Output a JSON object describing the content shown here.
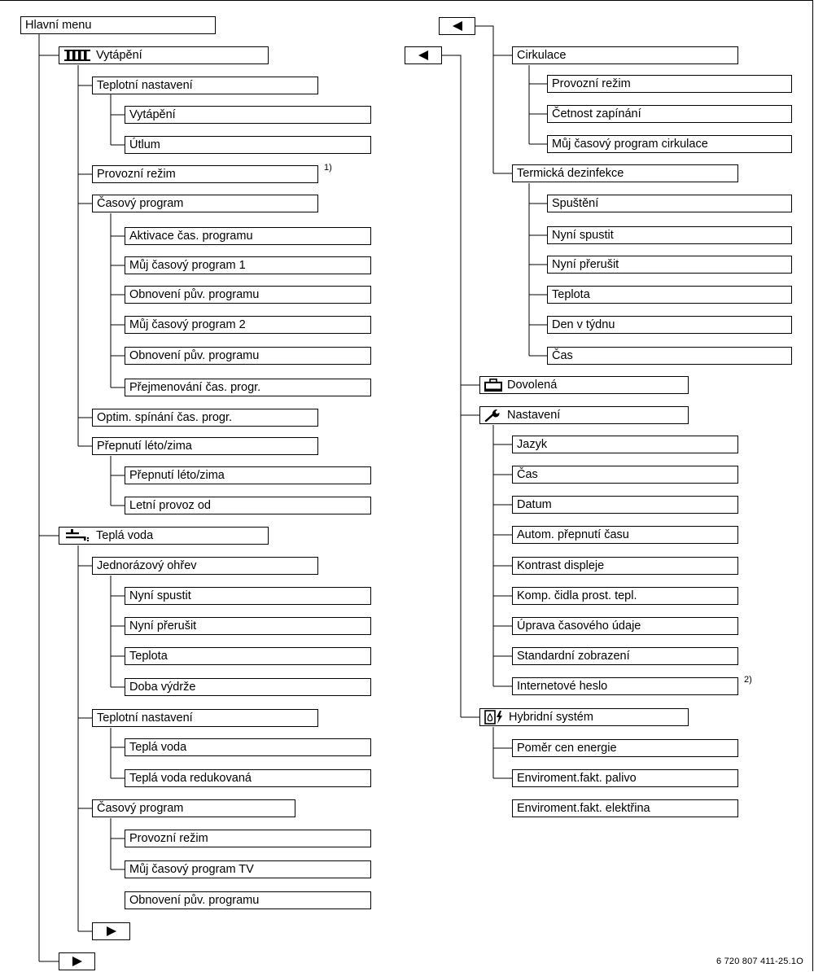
{
  "main_menu": "Hlavní menu",
  "heating": {
    "label": "Vytápění",
    "temp_settings": "Teplotní nastavení",
    "temp_heating": "Vytápění",
    "temp_setback": "Útlum",
    "operating_mode": "Provozní režim",
    "note_1": "1)",
    "time_program": "Časový program",
    "tp_activate": "Aktivace čas. programu",
    "tp_my1": "Můj časový program 1",
    "tp_restore1": "Obnovení pův. programu",
    "tp_my2": "Můj časový program 2",
    "tp_restore2": "Obnovení pův. programu",
    "tp_rename": "Přejmenování čas. progr.",
    "optim_switch": "Optim. spínání čas. progr.",
    "summer_winter": "Přepnutí léto/zima",
    "sw_switch": "Přepnutí léto/zima",
    "sw_summer_from": "Letní provoz od"
  },
  "hot_water": {
    "label": "Teplá voda",
    "one_time": "Jednorázový ohřev",
    "ot_start": "Nyní spustit",
    "ot_stop": "Nyní přerušit",
    "ot_temp": "Teplota",
    "ot_duration": "Doba výdrže",
    "temp_settings": "Teplotní nastavení",
    "ts_hot_water": "Teplá voda",
    "ts_reduced": "Teplá voda redukovaná",
    "time_program": "Časový program",
    "tp_mode": "Provozní režim",
    "tp_my": "Můj časový program TV",
    "tp_restore": "Obnovení pův. programu"
  },
  "circulation": {
    "label": "Cirkulace",
    "mode": "Provozní režim",
    "frequency": "Četnost zapínání",
    "my_program": "Můj časový program cirkulace"
  },
  "disinfection": {
    "label": "Termická dezinfekce",
    "start": "Spuštění",
    "start_now": "Nyní spustit",
    "stop_now": "Nyní přerušit",
    "temperature": "Teplota",
    "weekday": "Den v týdnu",
    "time": "Čas"
  },
  "holiday": {
    "label": "Dovolená"
  },
  "settings": {
    "label": "Nastavení",
    "language": "Jazyk",
    "time": "Čas",
    "date": "Datum",
    "auto_dst": "Autom. přepnutí času",
    "contrast": "Kontrast displeje",
    "sensor_comp": "Komp. čidla prost. tepl.",
    "time_adjust": "Úprava časového údaje",
    "std_display": "Standardní zobrazení",
    "internet_password": "Internetové heslo",
    "note_2": "2)"
  },
  "hybrid": {
    "label": "Hybridní systém",
    "energy_price_ratio": "Poměr cen energie",
    "env_fuel": "Enviroment.fakt. palivo",
    "env_electric": "Enviroment.fakt. elektřina"
  },
  "figure_id": "6 720 807 411-25.1O",
  "icons": {
    "heating": "radiator-icon",
    "hot_water": "tap-icon",
    "holiday": "suitcase-icon",
    "settings": "wrench-icon",
    "hybrid": "hybrid-system-icon",
    "continue": "right-arrow-icon",
    "back": "left-arrow-icon"
  }
}
